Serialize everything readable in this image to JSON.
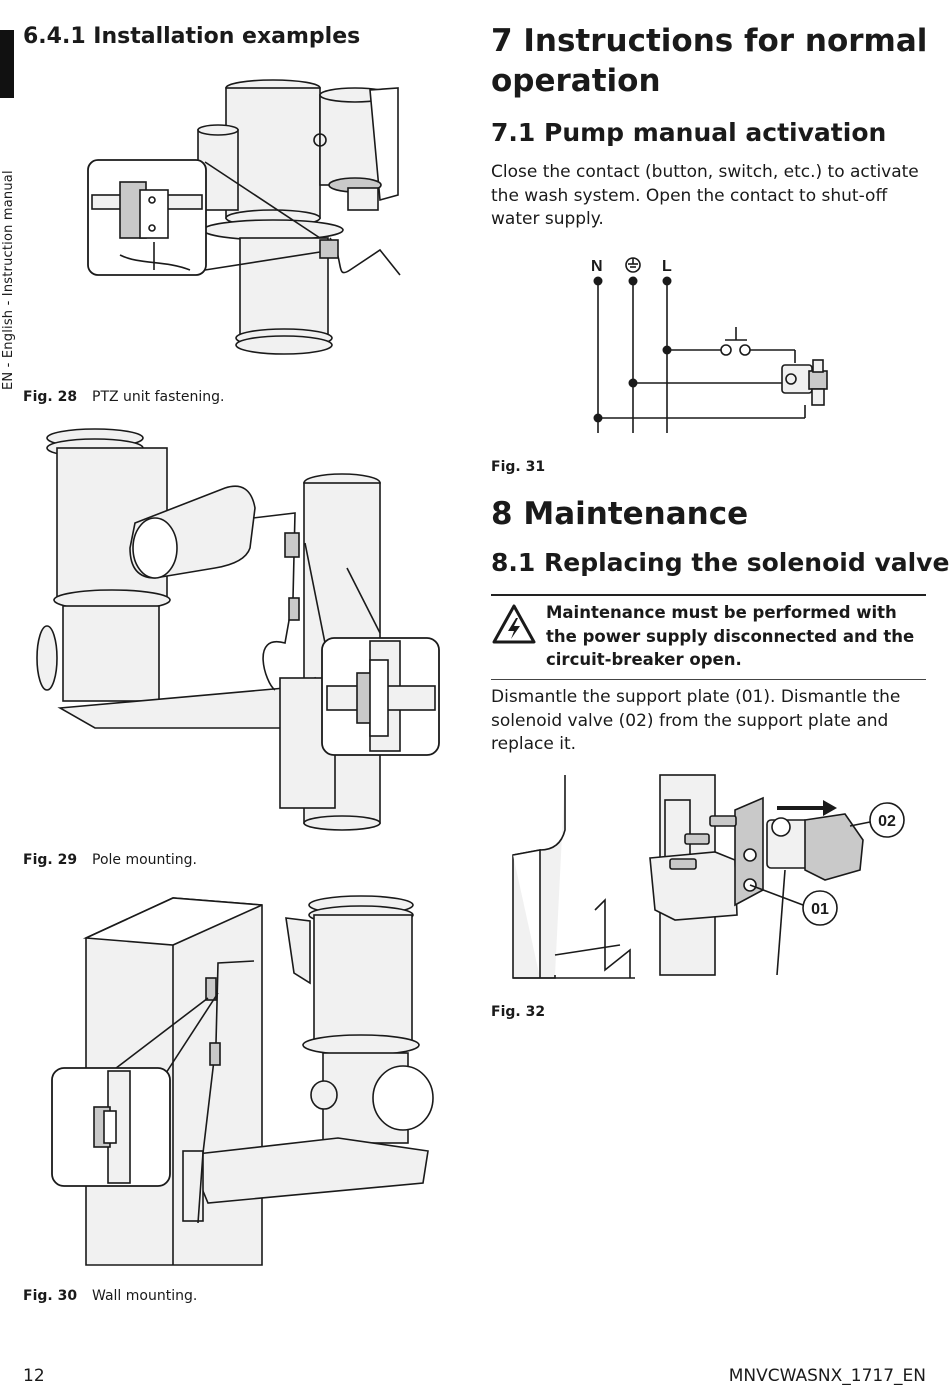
{
  "side_label": "EN - English - Instruction manual",
  "left": {
    "section_title": "6.4.1 Installation examples",
    "figures": [
      {
        "number": "Fig. 28",
        "caption": "PTZ unit fastening."
      },
      {
        "number": "Fig. 29",
        "caption": "Pole mounting."
      },
      {
        "number": "Fig. 30",
        "caption": "Wall mounting."
      }
    ]
  },
  "right": {
    "ch7_title": "7 Instructions for normal operation",
    "ch7_1_title": "7.1 Pump manual activation",
    "ch7_1_text": "Close the contact (button, switch, etc.) to activate the wash system. Open the contact to shut-off water supply.",
    "fig31": {
      "number": "Fig. 31",
      "labels": {
        "n": "N",
        "l": "L"
      }
    },
    "ch8_title": "8 Maintenance",
    "ch8_1_title": "8.1 Replacing the solenoid valve",
    "warning_text": "Maintenance must be performed with the power supply disconnected and the circuit-breaker open.",
    "ch8_1_text": "Dismantle the support plate (01). Dismantle the solenoid valve (02) from the support plate and replace it.",
    "fig32": {
      "number": "Fig. 32",
      "callouts": [
        "02",
        "01"
      ]
    }
  },
  "footer": {
    "page_number": "12",
    "doc_code": "MNVCWASNX_1717_EN"
  }
}
